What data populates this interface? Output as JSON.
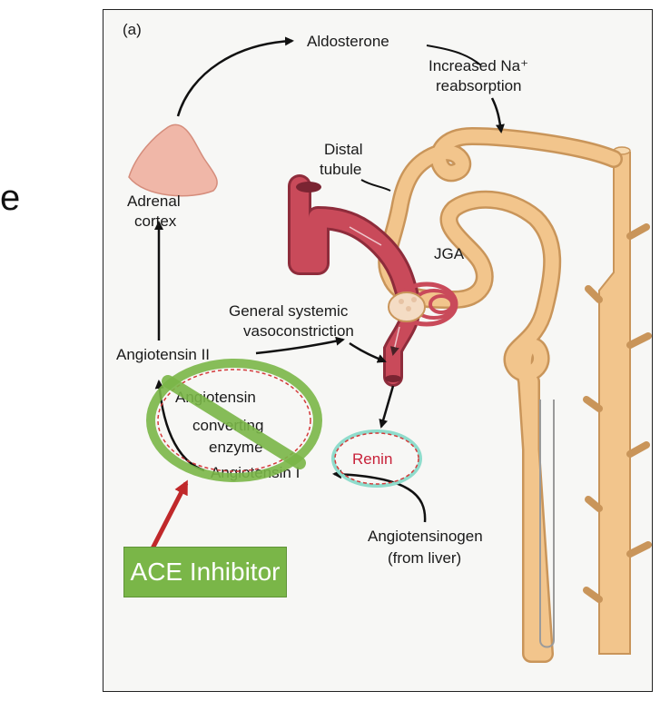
{
  "stray_text": "e",
  "panel_label": "(a)",
  "labels": {
    "aldosterone": "Aldosterone",
    "increased_na_line1": "Increased Na⁺",
    "increased_na_line2": "reabsorption",
    "distal_line1": "Distal",
    "distal_line2": "tubule",
    "adrenal_line1": "Adrenal",
    "adrenal_line2": "cortex",
    "jga": "JGA",
    "vaso_line1": "General systemic",
    "vaso_line2": "vasoconstriction",
    "angiotensin_ii": "Angiotensin II",
    "ace_line1": "Angiotensin",
    "ace_line2": "converting",
    "ace_line3": "enzyme",
    "angiotensin_i": "Angiotensin I",
    "renin": "Renin",
    "angiotensinogen_line1": "Angiotensinogen",
    "angiotensinogen_line2": "(from liver)"
  },
  "callout": {
    "text": "ACE Inhibitor"
  },
  "colors": {
    "tubule": "#f2c58c",
    "vessel": "#c94a5a",
    "adrenal": "#f0b7a8",
    "prohibit": "#7ab648",
    "arrow_red": "#c0282a",
    "renin_ring": "#8fdccc"
  }
}
